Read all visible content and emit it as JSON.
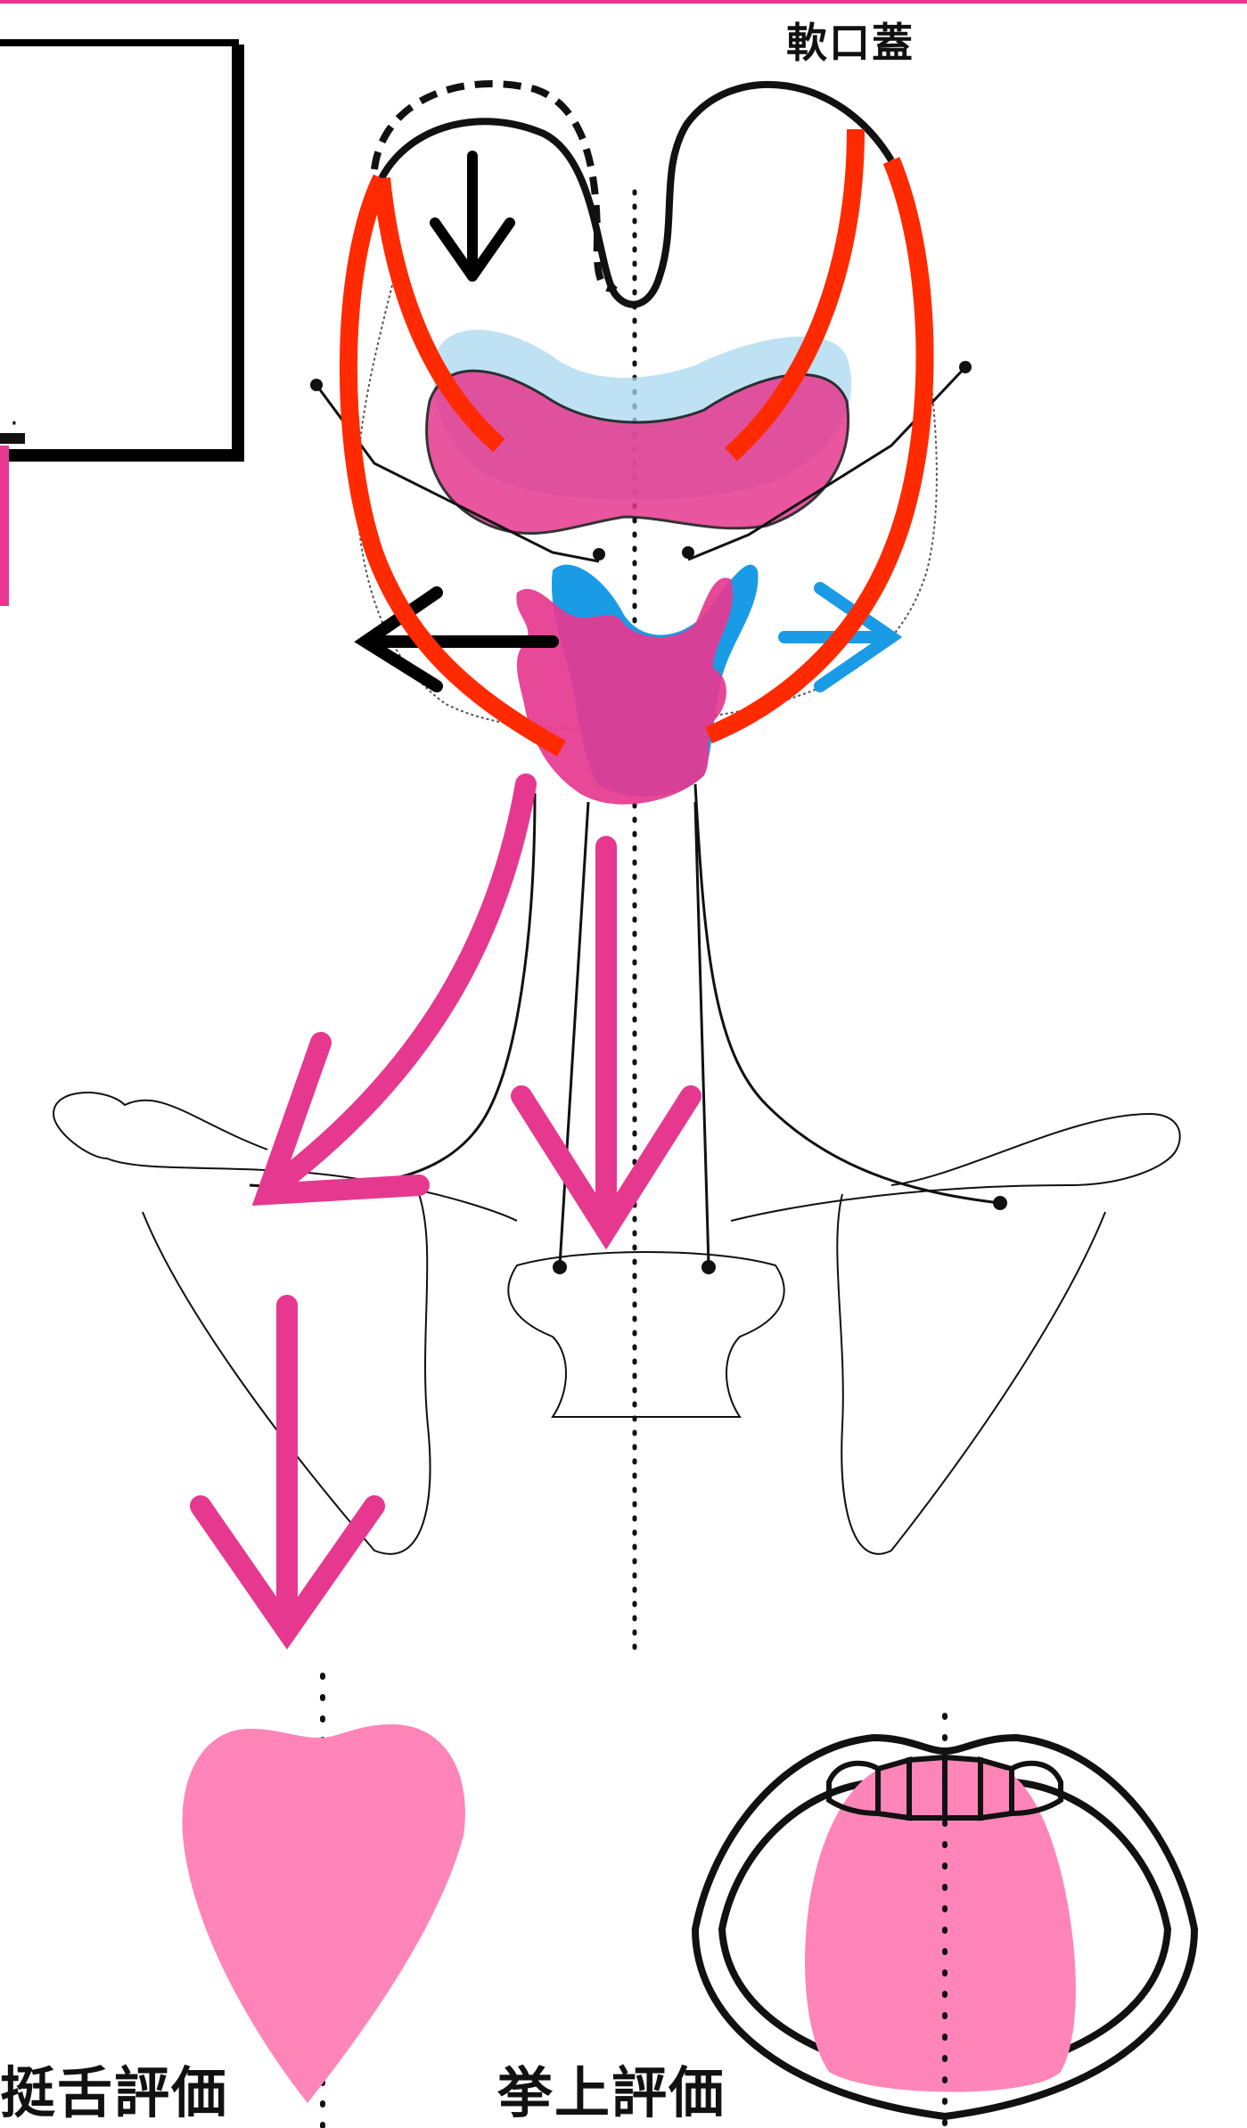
{
  "labels": {
    "soft_palate": "軟口蓋",
    "tongue_protrusion_eval": "挺舌評価",
    "palate_elevation_eval": "挙上評価"
  },
  "colors": {
    "muscle_red": "#ff2a00",
    "pink_fill": "#e6388f",
    "pink_light": "#ff85b8",
    "blue_fill": "#1a9be6",
    "light_blue": "#a8d8f0",
    "outline": "#111111",
    "top_bar": "#e6388f"
  },
  "icons": {
    "down_arrow": "arrow-down-icon",
    "left_arrow": "arrow-left-icon",
    "right_arrow": "arrow-right-icon"
  }
}
